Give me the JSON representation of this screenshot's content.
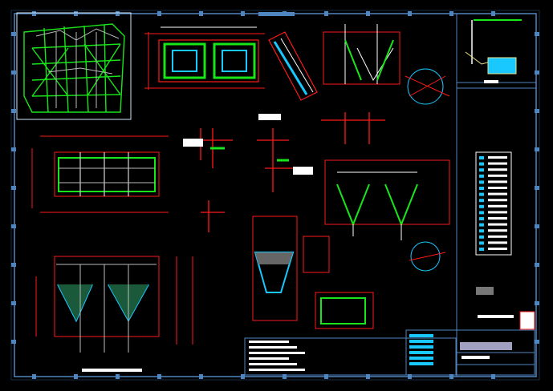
{
  "colors": {
    "background": "#000000",
    "frame": "#4f86c0",
    "green": "#19e619",
    "red": "#ff1a1a",
    "white": "#ffffff",
    "cyan": "#19c8ff",
    "yellow": "#f0e68c"
  },
  "drawing": {
    "views": [
      "3d-view",
      "top-plan",
      "side-section",
      "foundation-plan",
      "detail-views",
      "hopper-section",
      "elevation",
      "legend-table",
      "title-block"
    ]
  }
}
